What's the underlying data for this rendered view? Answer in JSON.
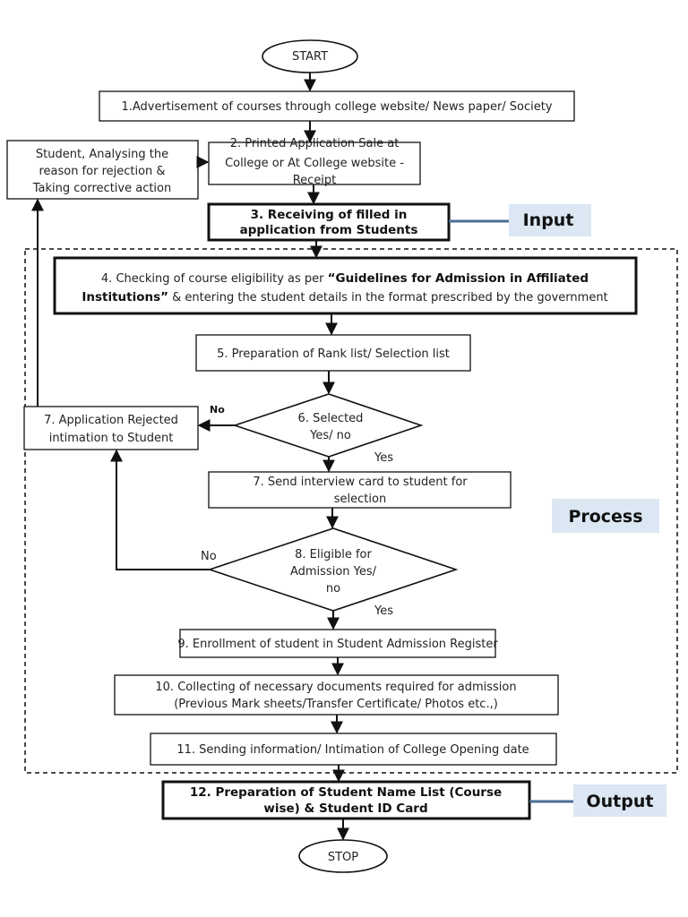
{
  "flowchart": {
    "start": "START",
    "stop": "STOP",
    "steps": {
      "s1": "1.Advertisement of courses through college website/ News paper/ Society",
      "s2": [
        "2. Printed Application Sale at",
        "College or At  College website -",
        "Receipt"
      ],
      "s3": [
        "3. Receiving of filled in",
        "application from Students"
      ],
      "s4_line1_plain": "4. Checking of course eligibility as per ",
      "s4_line1_bold": "“Guidelines for Admission in Affiliated",
      "s4_line2_bold": "Institutions”",
      "s4_line2_plain": " & entering the student details in the format prescribed by the government",
      "s5": "5. Preparation of  Rank list/ Selection list",
      "s6": [
        "6. Selected",
        "Yes/ no"
      ],
      "s7_reject": [
        "7. Application Rejected",
        "intimation to  Student"
      ],
      "s7_interview": [
        "7. Send interview card  to student for",
        "selection"
      ],
      "s8": [
        "8. Eligible for",
        "Admission  Yes/",
        "no"
      ],
      "s9": "9. Enrollment of student in Student Admission Register",
      "s10": [
        "10. Collecting of necessary documents required for admission",
        "(Previous Mark sheets/Transfer Certificate/ Photos etc.,)"
      ],
      "s11": "11. Sending information/ Intimation of  College Opening date",
      "s12": [
        "12. Preparation of Student Name List (Course",
        "wise) & Student ID Card"
      ],
      "corrective": [
        "Student, Analysing the",
        "reason for rejection &",
        "Taking corrective action"
      ]
    },
    "branch_labels": {
      "s6_no": "No",
      "s6_yes": "Yes",
      "s8_no": "No",
      "s8_yes": "Yes"
    },
    "stage_tags": {
      "input": "Input",
      "process": "Process",
      "output": "Output"
    },
    "colors": {
      "tag_background": "#dbe7f3",
      "line": "#111111"
    }
  }
}
